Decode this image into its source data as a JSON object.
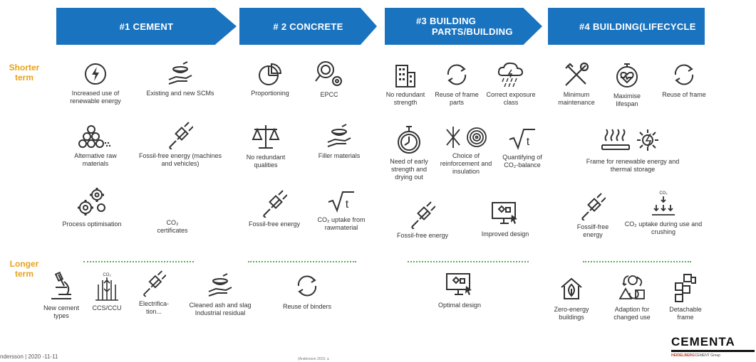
{
  "headers": {
    "h1": "#1 CEMENT",
    "h2": "# 2 CONCRETE",
    "h3_line1": "#3 BUILDING",
    "h3_line2": "PARTS/BUILDING",
    "h4": "#4 BUILDING(LIFECYCLE"
  },
  "terms": {
    "shorter": "Shorter term",
    "longer": "Longer term"
  },
  "cement": {
    "renewable": "Increased use of renewable energy",
    "scms": "Existing and new SCMs",
    "alt_raw": "Alternative raw materials",
    "fossil_free": "Fossil-free energy (machines and vehicles)",
    "process": "Process optimisation",
    "co2_cert": "CO₂ certificates",
    "new_types": "New cement types",
    "ccs": "CCS/CCU",
    "electrification": "Electrifica-tion...",
    "ash_slag": "Cleaned ash and slag Industrial residual"
  },
  "concrete": {
    "proportioning": "Proportioning",
    "epcc": "EPCC",
    "no_redundant": "No redundant qualities",
    "filler": "Filler materials",
    "fossil_free": "Fossil-free energy",
    "co2_uptake": "CO₂ uptake from rawmaterial",
    "reuse_binders": "Reuse of binders"
  },
  "building_parts": {
    "no_redundant_strength": "No redundant strength",
    "reuse_frame_parts": "Reuse of frame parts",
    "exposure_class": "Correct exposure class",
    "early_strength": "Need of early strength and drying out",
    "reinforcement": "Choice of reinforcement and insulation",
    "co2_balance": "Quantifying of CO₂-balance",
    "fossil_free": "Fossil-free energy",
    "improved_design": "Improved design",
    "optimal_design": "Optimal design"
  },
  "lifecycle": {
    "min_maintenance": "Minimum maintenance",
    "maximise_lifespan": "Maximise lifespan",
    "reuse_frame": "Reuse of frame",
    "frame_renewable": "Frame for renewable energy and thermal storage",
    "fossil_free": "Fossilf-free energy",
    "co2_uptake_use": "CO₂ uptake during use and crushing",
    "zero_energy": "Zero-energy buildings",
    "adaption": "Adaption for changed use",
    "detachable": "Detachable frame"
  },
  "footer": {
    "left": "ndersson | 2020 -11-11",
    "middle": "(Andersson 2019, a"
  },
  "logo": {
    "main": "CEMENTA",
    "sub_brand": "HEIDELBERG",
    "sub_rest": "CEMENT Group"
  },
  "colors": {
    "arrow_blue": "#1a73bf",
    "term_orange": "#e8a21a",
    "separator_green": "#5aad5a"
  }
}
